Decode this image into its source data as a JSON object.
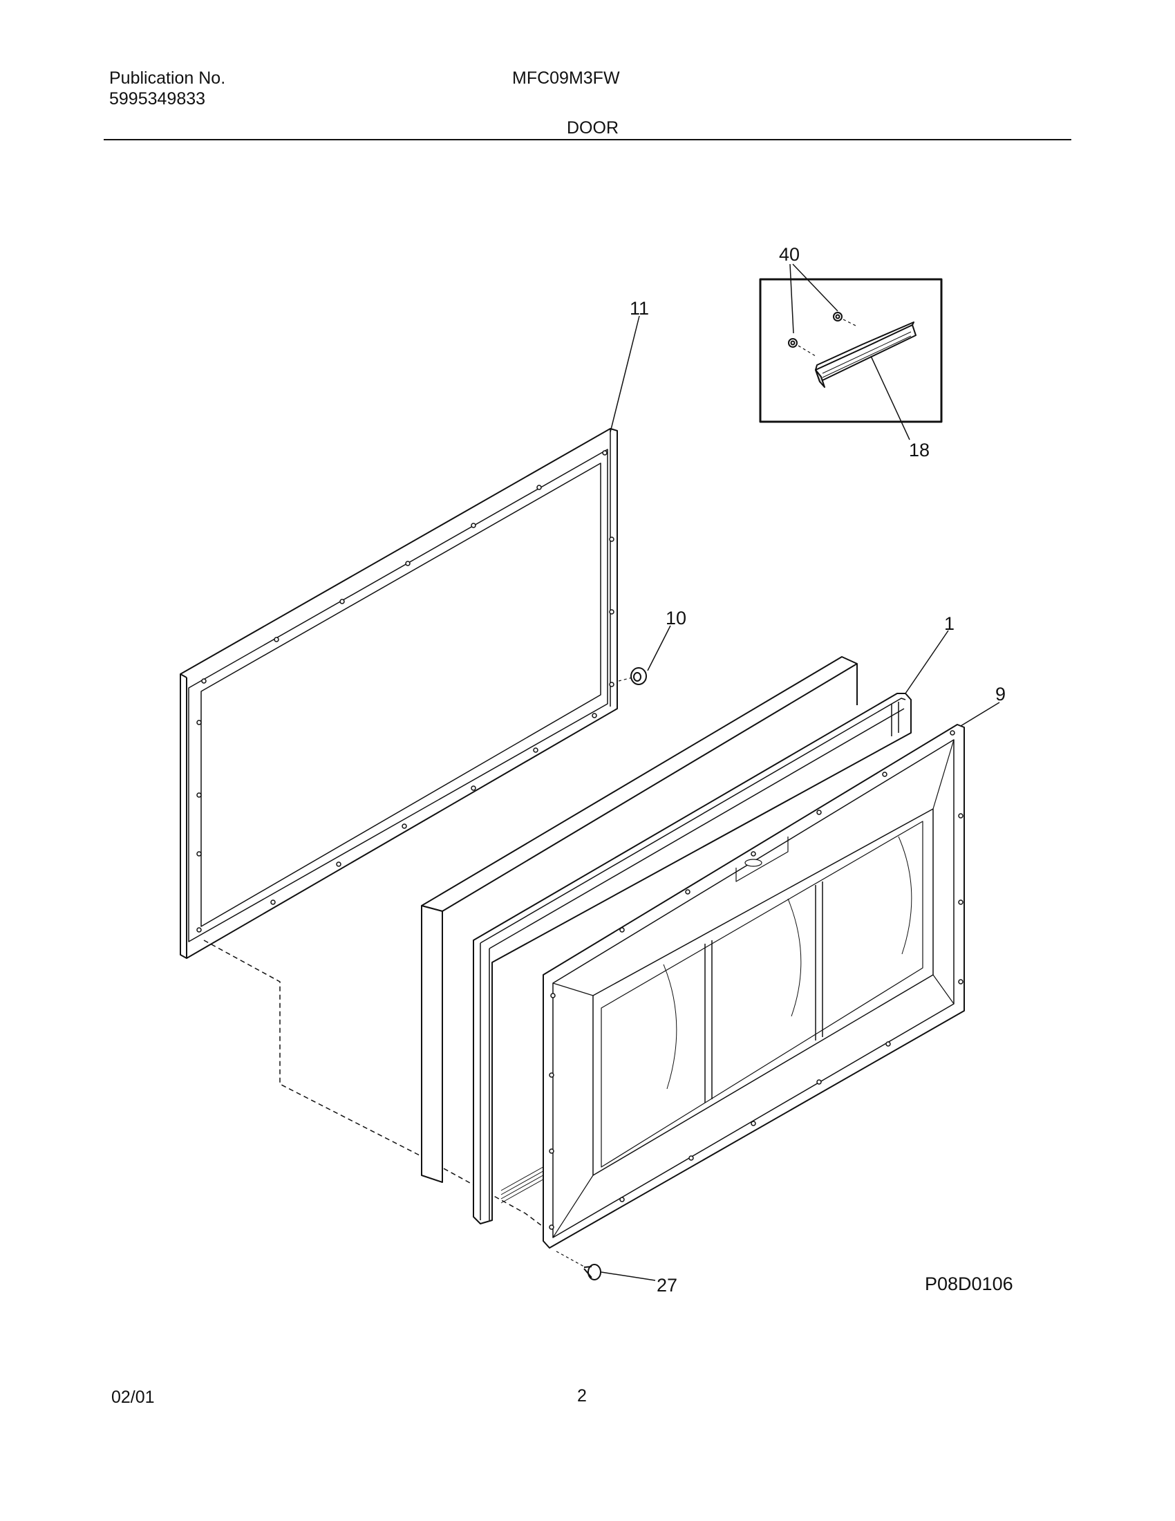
{
  "header": {
    "publication_label": "Publication No.",
    "publication_number": "5995349833",
    "model": "MFC09M3FW",
    "section": "DOOR"
  },
  "diagram": {
    "callouts": {
      "c40": "40",
      "c11": "11",
      "c18": "18",
      "c10": "10",
      "c1": "1",
      "c9": "9",
      "c27": "27"
    },
    "drawing_id": "P08D0106",
    "parts_depicted": [
      "panel-gasket-frame",
      "door-handle-inset",
      "hinge-bushing",
      "foam-panel",
      "door-gasket",
      "inner-door-liner",
      "screw"
    ]
  },
  "footer": {
    "date": "02/01",
    "page": "2"
  }
}
